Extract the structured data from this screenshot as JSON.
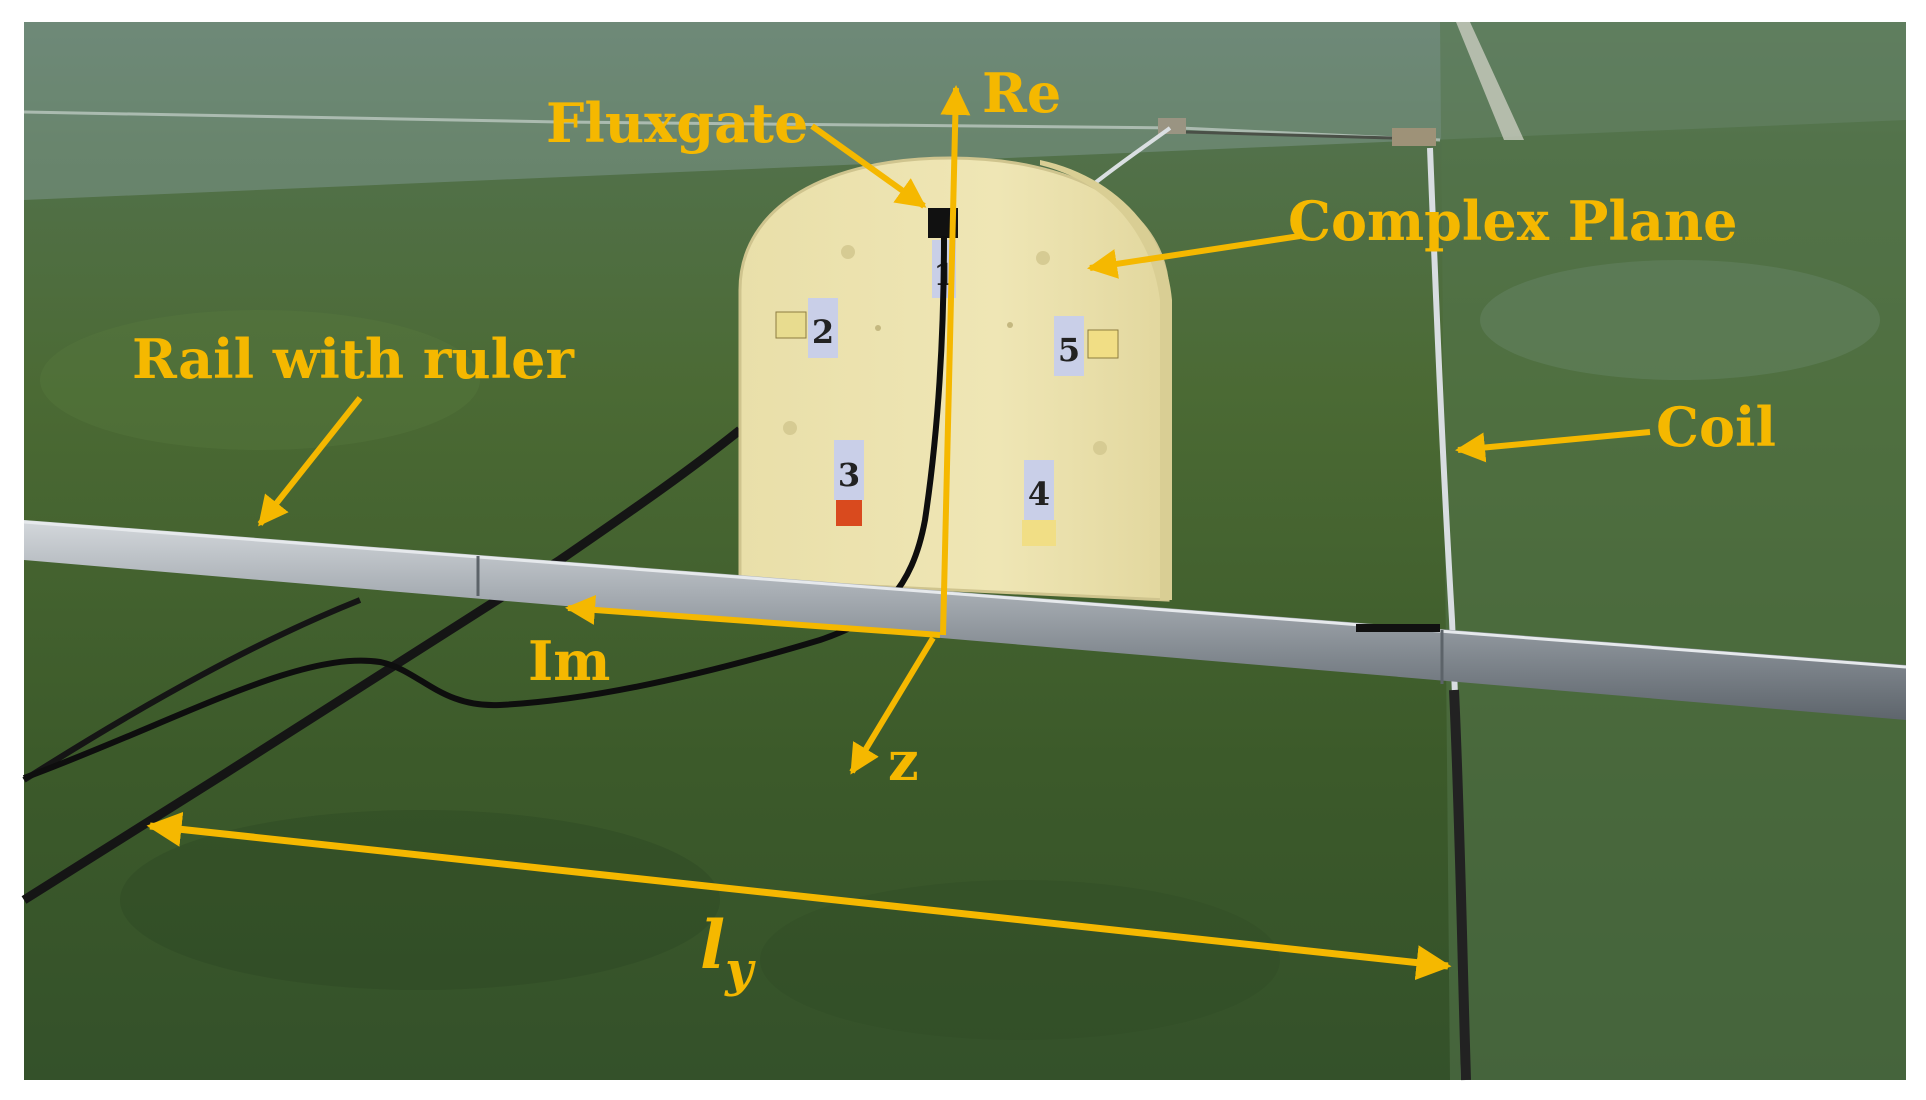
{
  "labels": {
    "fluxgate": "Fluxgate",
    "re": "Re",
    "complex_plane": "Complex Plane",
    "rail_with_ruler": "Rail with ruler",
    "coil": "Coil",
    "im": "Im",
    "z": "z",
    "ly_base": "l",
    "ly_sub": "y"
  },
  "sensor_positions": [
    "1",
    "2",
    "3",
    "4",
    "5"
  ],
  "colors": {
    "annotation": "#F5B800",
    "turf_dark": "#2E4A22",
    "turf_mid": "#4A6B33",
    "plane_body": "#EDE3AE",
    "sensor_tag": "#C9CFE8",
    "rail": "#A7ADB3",
    "cable": "#141414"
  }
}
